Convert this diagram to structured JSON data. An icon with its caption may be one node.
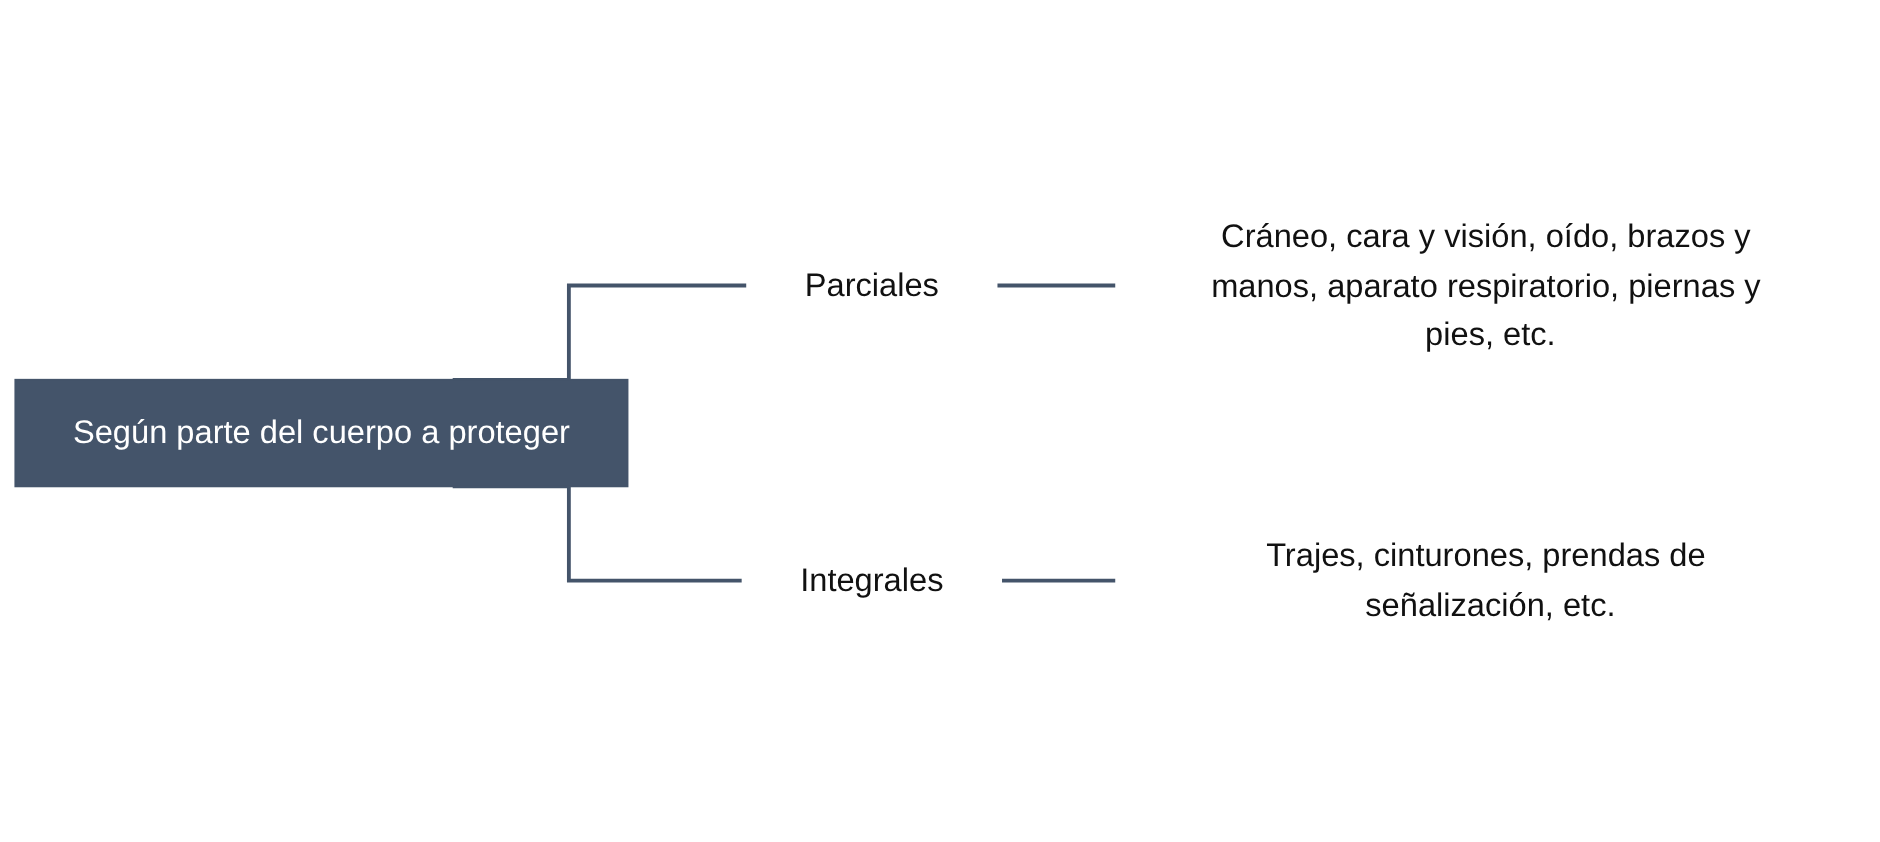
{
  "diagram": {
    "nodes": [
      {
        "text": [
          "Según parte del cuerpo a proteger"
        ]
      },
      {
        "text": [
          "Parciales"
        ]
      },
      {
        "text": [
          "Cráneo, cara y visión, oído, brazos y manos, aparato respiratorio, piernas y pies, etc."
        ]
      },
      {
        "text": [
          "Integrales"
        ]
      },
      {
        "text": [
          "Trajes, cinturones, prendas de señalización, etc."
        ]
      }
    ],
    "edges": [
      {
        "from": 0,
        "to": 1,
        "arrow": "none"
      },
      {
        "from": 1,
        "to": 2,
        "arrow": "none"
      },
      {
        "from": 0,
        "to": 3,
        "arrow": "none"
      },
      {
        "from": 3,
        "to": 4,
        "arrow": "none"
      }
    ]
  }
}
